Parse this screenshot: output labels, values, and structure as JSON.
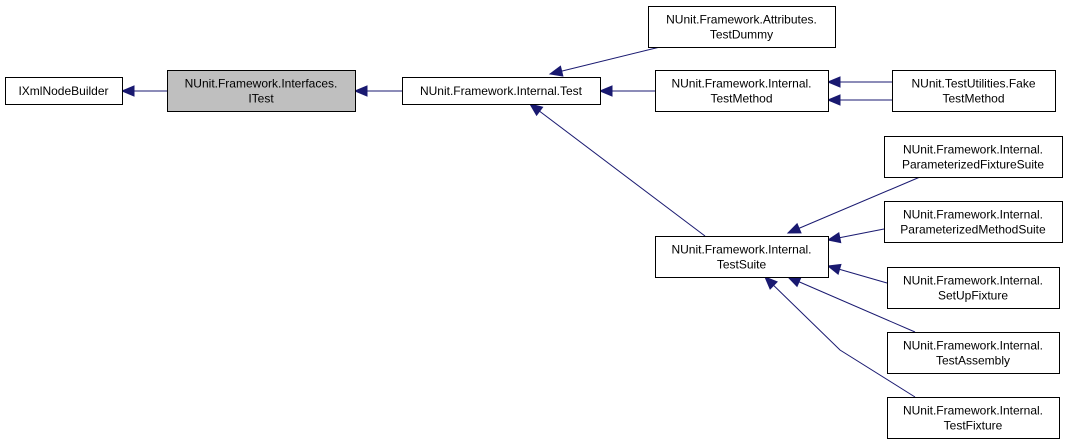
{
  "diagram": {
    "nodes": [
      {
        "id": "ixmlnodebuilder",
        "lines": [
          "IXmlNodeBuilder"
        ],
        "selected": false
      },
      {
        "id": "itest",
        "lines": [
          "NUnit.Framework.Interfaces.",
          "ITest"
        ],
        "selected": true
      },
      {
        "id": "test",
        "lines": [
          "NUnit.Framework.Internal.Test"
        ],
        "selected": false
      },
      {
        "id": "testdummy",
        "lines": [
          "NUnit.Framework.Attributes.",
          "TestDummy"
        ],
        "selected": false
      },
      {
        "id": "testmethod",
        "lines": [
          "NUnit.Framework.Internal.",
          "TestMethod"
        ],
        "selected": false
      },
      {
        "id": "faketestmethod",
        "lines": [
          "NUnit.TestUtilities.Fake",
          "TestMethod"
        ],
        "selected": false
      },
      {
        "id": "paramfixturesuite",
        "lines": [
          "NUnit.Framework.Internal.",
          "ParameterizedFixtureSuite"
        ],
        "selected": false
      },
      {
        "id": "parammethodsuite",
        "lines": [
          "NUnit.Framework.Internal.",
          "ParameterizedMethodSuite"
        ],
        "selected": false
      },
      {
        "id": "testsuite",
        "lines": [
          "NUnit.Framework.Internal.",
          "TestSuite"
        ],
        "selected": false
      },
      {
        "id": "setupfixture",
        "lines": [
          "NUnit.Framework.Internal.",
          "SetUpFixture"
        ],
        "selected": false
      },
      {
        "id": "testassembly",
        "lines": [
          "NUnit.Framework.Internal.",
          "TestAssembly"
        ],
        "selected": false
      },
      {
        "id": "testfixture",
        "lines": [
          "NUnit.Framework.Internal.",
          "TestFixture"
        ],
        "selected": false
      }
    ],
    "edges": [
      {
        "from": "itest",
        "to": "ixmlnodebuilder"
      },
      {
        "from": "test",
        "to": "itest"
      },
      {
        "from": "testdummy",
        "to": "test"
      },
      {
        "from": "testmethod",
        "to": "test"
      },
      {
        "from": "testsuite",
        "to": "test"
      },
      {
        "from": "faketestmethod",
        "to": "testmethod"
      },
      {
        "from": "faketestmethod",
        "to": "testmethod"
      },
      {
        "from": "paramfixturesuite",
        "to": "testsuite"
      },
      {
        "from": "parammethodsuite",
        "to": "testsuite"
      },
      {
        "from": "setupfixture",
        "to": "testsuite"
      },
      {
        "from": "testassembly",
        "to": "testsuite"
      },
      {
        "from": "testfixture",
        "to": "testsuite"
      }
    ]
  }
}
